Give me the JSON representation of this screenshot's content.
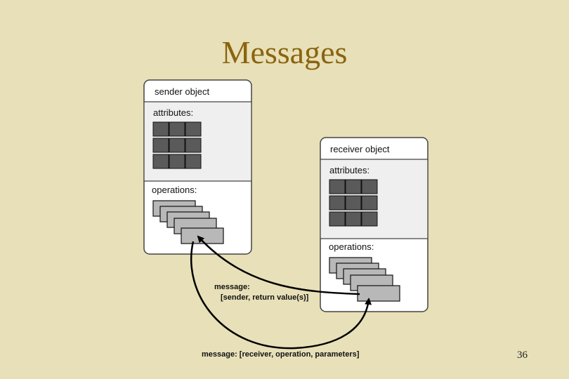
{
  "slide": {
    "title": "Messages",
    "page_number": "36"
  },
  "sender": {
    "header": "sender object",
    "attributes_label": "attributes:",
    "operations_label": "operations:"
  },
  "receiver": {
    "header": "receiver object",
    "attributes_label": "attributes:",
    "operations_label": "operations:"
  },
  "messages": {
    "return_line1": "message:",
    "return_line2": "[sender, return value(s)]",
    "request": "message: [receiver, operation, parameters]"
  },
  "colors": {
    "background": "#e8e0b8",
    "title": "#8a6410",
    "panel": "#efefef",
    "cell": "#5a5a5a",
    "operation_card": "#b8b8b8"
  }
}
